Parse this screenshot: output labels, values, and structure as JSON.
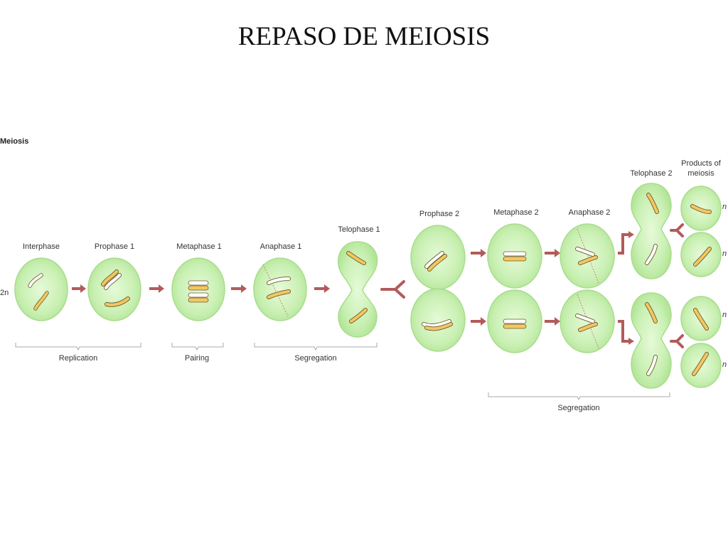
{
  "slide": {
    "title": "REPASO DE MEIOSIS"
  },
  "figure": {
    "heading": "Meiosis",
    "stages": {
      "interphase": "Interphase",
      "prophase1": "Prophase 1",
      "metaphase1": "Metaphase 1",
      "anaphase1": "Anaphase 1",
      "telophase1": "Telophase 1",
      "prophase2": "Prophase 2",
      "metaphase2": "Metaphase 2",
      "anaphase2": "Anaphase 2",
      "telophase2": "Telophase 2",
      "products_line1": "Products of",
      "products_line2": "meiosis"
    },
    "groups": {
      "replication": "Replication",
      "pairing": "Pairing",
      "segregation1": "Segregation",
      "segregation2": "Segregation"
    },
    "ploidy": {
      "diploid": "2n",
      "haploid": "n"
    },
    "colors": {
      "cell_fill": "#c9f0b3",
      "cell_stroke": "#a9dc8e",
      "chromosome_fill": "#f2c860",
      "chromosome_pale": "#ffffff",
      "arrow": "#b35a5a",
      "bracket": "#aaaaaa"
    }
  }
}
